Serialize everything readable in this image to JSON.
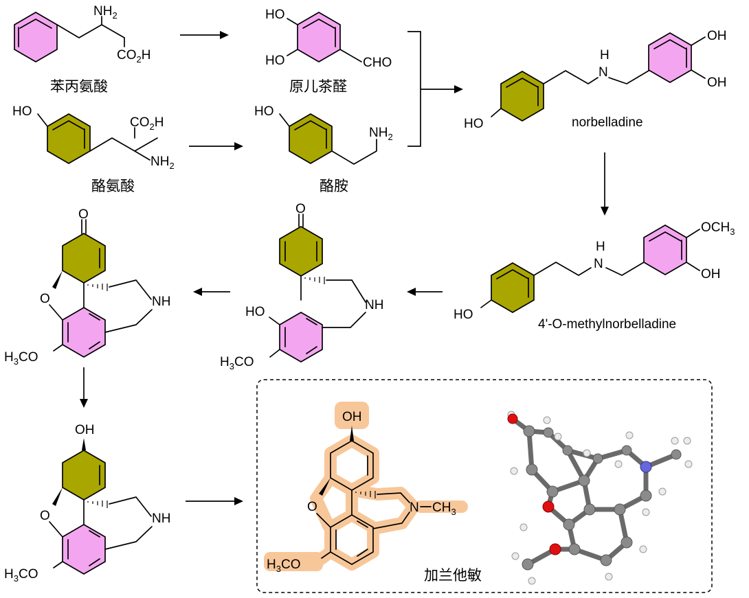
{
  "compounds": {
    "phenylalanine": {
      "name": "苯丙氨酸",
      "nh2": "NH",
      "nh2_sub": "2",
      "co2h_a": "CO",
      "co2h_sub": "2",
      "co2h_b": "H"
    },
    "tyrosine": {
      "name": "酪氨酸",
      "ho": "HO",
      "co2h_a": "CO",
      "co2h_sub": "2",
      "co2h_b": "H",
      "nh2": "NH",
      "nh2_sub": "2"
    },
    "protocatechualdehyde": {
      "name": "原儿茶醛",
      "ho1": "HO",
      "ho2": "HO",
      "cho": "CHO"
    },
    "tyramine": {
      "name": "酪胺",
      "ho": "HO",
      "nh2": "NH",
      "nh2_sub": "2"
    },
    "norbelladine": {
      "name": "norbelladine",
      "ho": "HO",
      "n": "N",
      "h": "H",
      "oh1": "OH",
      "oh2": "OH"
    },
    "methylnorbelladine": {
      "name": "4'-O-methylnorbelladine",
      "ho": "HO",
      "n": "N",
      "h": "H",
      "och3": "OCH",
      "och3_sub": "3",
      "oh": "OH"
    },
    "dienone_open": {
      "o": "O",
      "ho": "HO",
      "nh": "NH",
      "h3co_a": "H",
      "h3co_sub": "3",
      "h3co_b": "CO"
    },
    "dienone_closed": {
      "o": "O",
      "ring_o": "O",
      "nh": "NH",
      "h3co_a": "H",
      "h3co_sub": "3",
      "h3co_b": "CO"
    },
    "norgalanthamine": {
      "oh": "OH",
      "ring_o": "O",
      "nh": "NH",
      "h3co_a": "H",
      "h3co_sub": "3",
      "h3co_b": "CO"
    },
    "galanthamine": {
      "name": "加兰他敏",
      "oh": "OH",
      "ring_o": "O",
      "n": "N",
      "ch3_a": "CH",
      "ch3_sub": "3",
      "h3co_a": "H",
      "h3co_sub": "3",
      "h3co_b": "CO"
    }
  },
  "colors": {
    "phenyl_ring": "#f3a6ef",
    "phenol_ring": "#a9a600",
    "highlight": "#f7c79a",
    "oxygen_3d": "#e01010",
    "nitrogen_3d": "#6666dd",
    "carbon_3d": "#8b8b8b",
    "hydrogen_3d": "#ececec"
  }
}
